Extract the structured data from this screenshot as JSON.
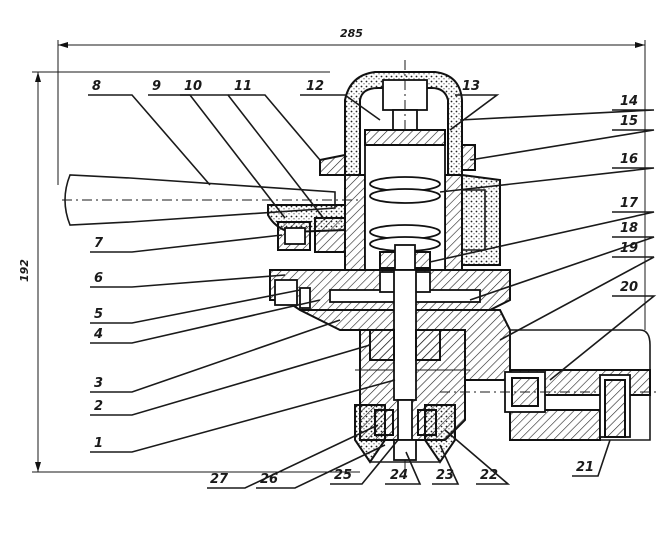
{
  "drawing": {
    "dimensions": {
      "width": "285",
      "height": "192"
    },
    "labels": [
      "1",
      "2",
      "3",
      "4",
      "5",
      "6",
      "7",
      "8",
      "9",
      "10",
      "11",
      "12",
      "13",
      "14",
      "15",
      "16",
      "17",
      "18",
      "19",
      "20",
      "21",
      "22",
      "23",
      "24",
      "25",
      "26",
      "27"
    ]
  }
}
